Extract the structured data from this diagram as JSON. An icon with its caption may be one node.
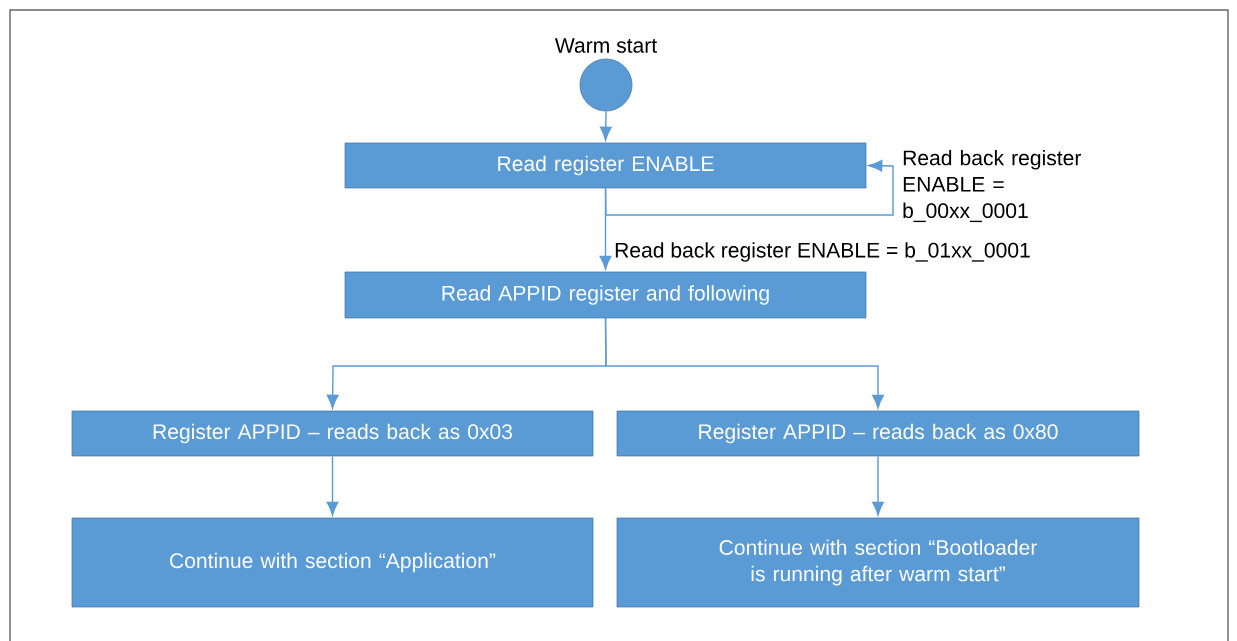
{
  "diagram": {
    "nodes": [
      {
        "text": [],
        "shape": "circle",
        "beside": [
          "Warm start"
        ]
      },
      {
        "text": [
          "Read register ENABLE"
        ]
      },
      {
        "text": [
          "Read APPID register and following"
        ]
      },
      {
        "text": [
          "Register APPID – reads back as 0x03"
        ]
      },
      {
        "text": [
          "Register APPID – reads back as 0x80"
        ]
      },
      {
        "text": [
          "Continue with section “Application”"
        ]
      },
      {
        "text": [
          "Continue with section “Bootloader is running after warm start”"
        ]
      }
    ],
    "edges": [
      {
        "from": 0,
        "to": 1,
        "arrow": "to"
      },
      {
        "from": 1,
        "to": 1,
        "arrow": "to",
        "label": "Read back register ENABLE = b_00xx_0001"
      },
      {
        "from": 1,
        "to": 2,
        "arrow": "to",
        "label": "Read back register ENABLE = b_01xx_0001"
      },
      {
        "from": 2,
        "to": 3,
        "arrow": "to"
      },
      {
        "from": 2,
        "to": 4,
        "arrow": "to"
      },
      {
        "from": 3,
        "to": 5,
        "arrow": "to"
      },
      {
        "from": 4,
        "to": 6,
        "arrow": "to"
      }
    ]
  }
}
